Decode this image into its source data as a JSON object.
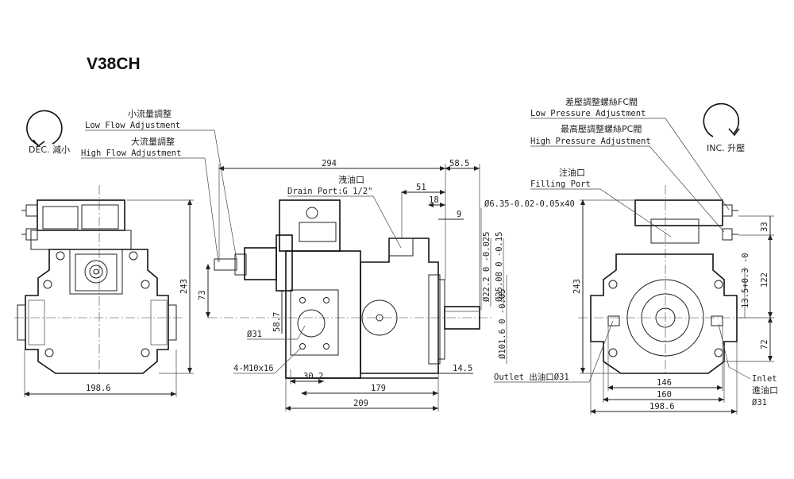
{
  "title": "V38CH",
  "icons": {
    "left_rotation": "ccw-rotation-arrow-icon",
    "right_rotation": "cw-rotation-arrow-icon"
  },
  "rotation": {
    "left": "DEC. 減小",
    "right": "INC. 升壓"
  },
  "labels": {
    "low_flow_cn": "小流量調整",
    "low_flow_en": "Low Flow Adjustment",
    "high_flow_cn": "大流量調整",
    "high_flow_en": "High Flow Adjustment",
    "diff_pressure_cn": "差壓調整螺絲FC閥",
    "low_pressure_en": "Low Pressure Adjustment",
    "max_pressure_cn": "最高壓調整螺絲PC閥",
    "high_pressure_en": "High Pressure Adjustment",
    "drain_cn": "洩油口",
    "drain_en": "Drain Port:G 1/2\"",
    "filling_cn": "注油口",
    "filling_en": "Filling Port",
    "outlet": "Outlet 出油口Ø31",
    "inlet_en": "Inlet",
    "inlet_cn": "進油口",
    "inlet_dia": "Ø31",
    "bolts": "4-M10x16",
    "bore": "Ø31"
  },
  "dimensions": {
    "left_height": "243",
    "left_width": "198.6",
    "side_294": "294",
    "side_58_5": "58.5",
    "side_51": "51",
    "side_18": "18",
    "side_9": "9",
    "shaft_key": "Ø6.35-0.02-0.05x40",
    "shaft_22": "Ø22.2 0 -0.025",
    "shaft_25": "Ø25.08 0 -0.15",
    "pilot_101": "Ø101.6 0 -0.05",
    "side_73": "73",
    "side_58_7": "58.7",
    "side_30_2": "30.2",
    "side_179": "179",
    "side_209": "209",
    "side_14_5": "14.5",
    "right_243": "243",
    "right_33": "33",
    "right_122": "122",
    "right_13_5": "13.5+0.3 -0",
    "right_72": "72",
    "right_146": "146",
    "right_160": "160",
    "right_198_6": "198.6"
  }
}
